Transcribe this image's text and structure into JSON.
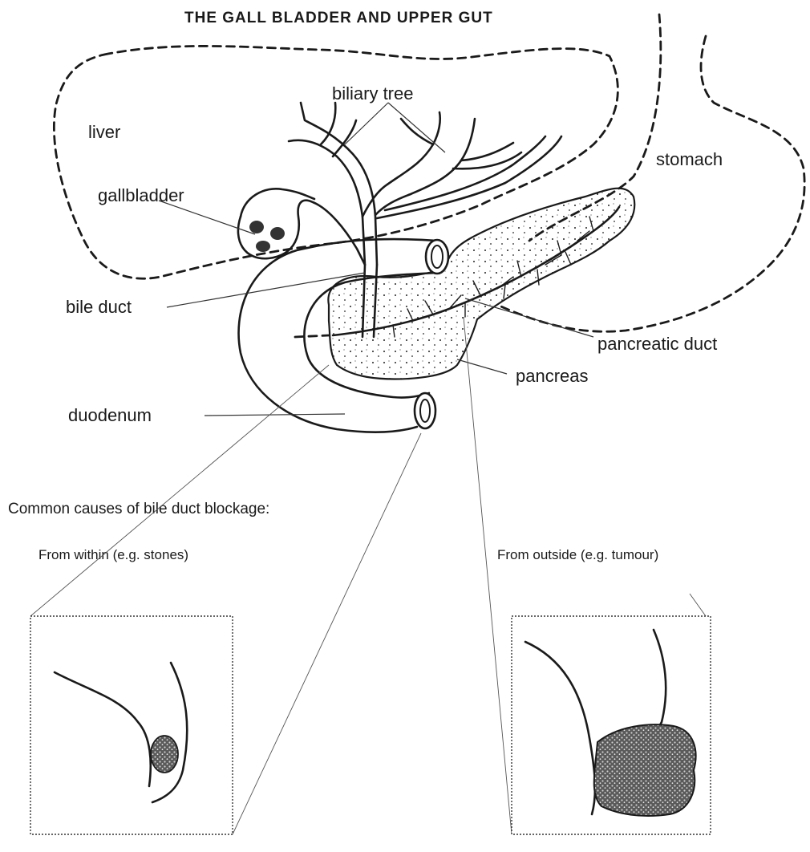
{
  "diagram": {
    "title": "THE GALL BLADDER AND UPPER GUT",
    "labels": {
      "biliary_tree": "biliary tree",
      "liver": "liver",
      "stomach": "stomach",
      "gallbladder": "gallbladder",
      "bile_duct": "bile duct",
      "pancreatic_duct": "pancreatic duct",
      "pancreas": "pancreas",
      "duodenum": "duodenum"
    },
    "caption": "Common causes of bile duct blockage:",
    "insets": [
      {
        "label": "From within (e.g. stones)"
      },
      {
        "label": "From outside (e.g. tumour)"
      }
    ]
  }
}
